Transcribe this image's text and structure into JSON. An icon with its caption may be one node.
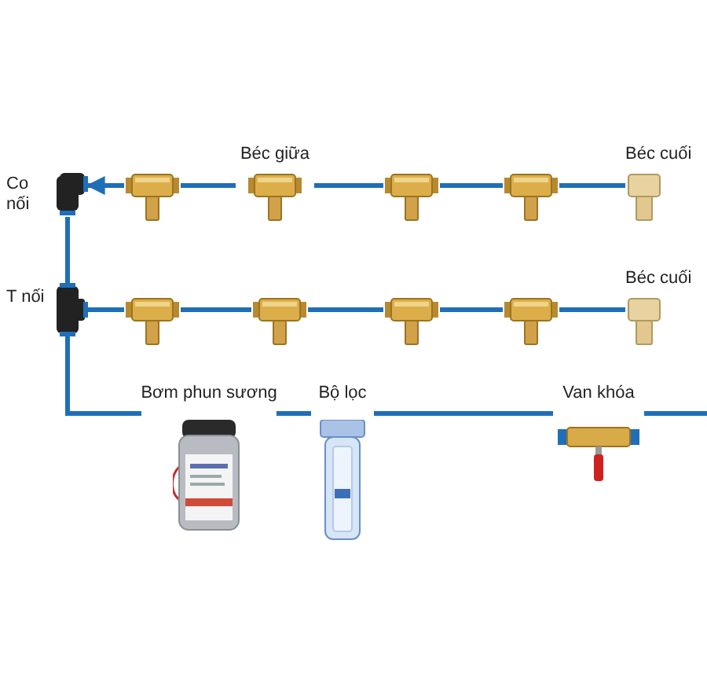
{
  "diagram": {
    "nodes": [
      {
        "text": [
          "Co nối"
        ]
      },
      {
        "text": [],
        "shape": "picture"
      },
      {
        "text": [
          "Béc giữa"
        ]
      },
      {
        "text": [],
        "shape": "picture"
      },
      {
        "text": [],
        "shape": "picture"
      },
      {
        "text": [
          "Béc cuối"
        ]
      },
      {
        "text": [
          "T nối"
        ]
      },
      {
        "text": [],
        "shape": "picture"
      },
      {
        "text": [],
        "shape": "picture"
      },
      {
        "text": [],
        "shape": "picture"
      },
      {
        "text": [],
        "shape": "picture"
      },
      {
        "text": [
          "Béc cuối"
        ]
      },
      {
        "text": [
          "Bơm phun sương"
        ]
      },
      {
        "text": [
          "Bộ lọc"
        ]
      },
      {
        "text": [
          "Van khóa"
        ]
      }
    ],
    "edges": [
      {
        "from": 1,
        "to": 0,
        "arrow": "to"
      },
      {
        "from": 1,
        "to": 2,
        "arrow": "none"
      },
      {
        "from": 2,
        "to": 3,
        "arrow": "none"
      },
      {
        "from": 3,
        "to": 4,
        "arrow": "none"
      },
      {
        "from": 4,
        "to": 5,
        "arrow": "none"
      },
      {
        "from": 6,
        "to": 0,
        "arrow": "none"
      },
      {
        "from": 6,
        "to": 7,
        "arrow": "none"
      },
      {
        "from": 7,
        "to": 8,
        "arrow": "none"
      },
      {
        "from": 8,
        "to": 9,
        "arrow": "none"
      },
      {
        "from": 9,
        "to": 10,
        "arrow": "none"
      },
      {
        "from": 10,
        "to": 11,
        "arrow": "none"
      },
      {
        "from": 12,
        "to": 6,
        "arrow": "none"
      },
      {
        "from": 12,
        "to": 13,
        "arrow": "none"
      },
      {
        "from": 13,
        "to": 14,
        "arrow": "none"
      },
      {
        "from": 14,
        "to": null,
        "arrow": "none"
      }
    ]
  }
}
